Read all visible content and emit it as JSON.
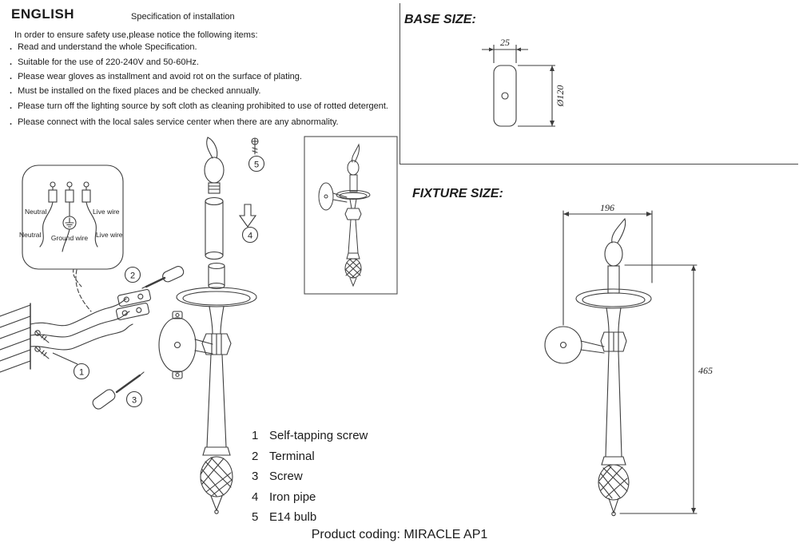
{
  "header": {
    "language": "ENGLISH",
    "subtitle": "Specification of installation"
  },
  "safety": {
    "bullet": ".",
    "intro": "In order to ensure safety use,please notice the following items:",
    "items": [
      "Read and understand the whole Specification.",
      "Suitable for the use of 220-240V and 50-60Hz.",
      "Please wear gloves as installment and avoid rot on the surface of plating.",
      "Must be installed on the fixed places and be checked annually.",
      "Please turn off the lighting source by soft cloth as cleaning prohibited to use of rotted detergent.",
      "Please connect with the local sales service center when there are any abnormality."
    ]
  },
  "base_size": {
    "title": "BASE SIZE:",
    "thickness": "25",
    "diameter": "Ø120"
  },
  "fixture_size": {
    "title": "FIXTURE SIZE:",
    "width": "196",
    "height": "465"
  },
  "wiring": {
    "top_left": "Neutral",
    "top_right": "Live wire",
    "bottom_left": "Neutral",
    "bottom_center": "Ground wire",
    "bottom_right": "Live wire"
  },
  "callouts": [
    "1",
    "2",
    "3",
    "4",
    "5"
  ],
  "legend": {
    "items": [
      {
        "num": "1",
        "label": "Self-tapping screw"
      },
      {
        "num": "2",
        "label": "Terminal"
      },
      {
        "num": "3",
        "label": "Screw"
      },
      {
        "num": "4",
        "label": "Iron pipe"
      },
      {
        "num": "5",
        "label": "E14 bulb"
      }
    ]
  },
  "footer": {
    "product_coding": "Product coding: MIRACLE AP1"
  }
}
